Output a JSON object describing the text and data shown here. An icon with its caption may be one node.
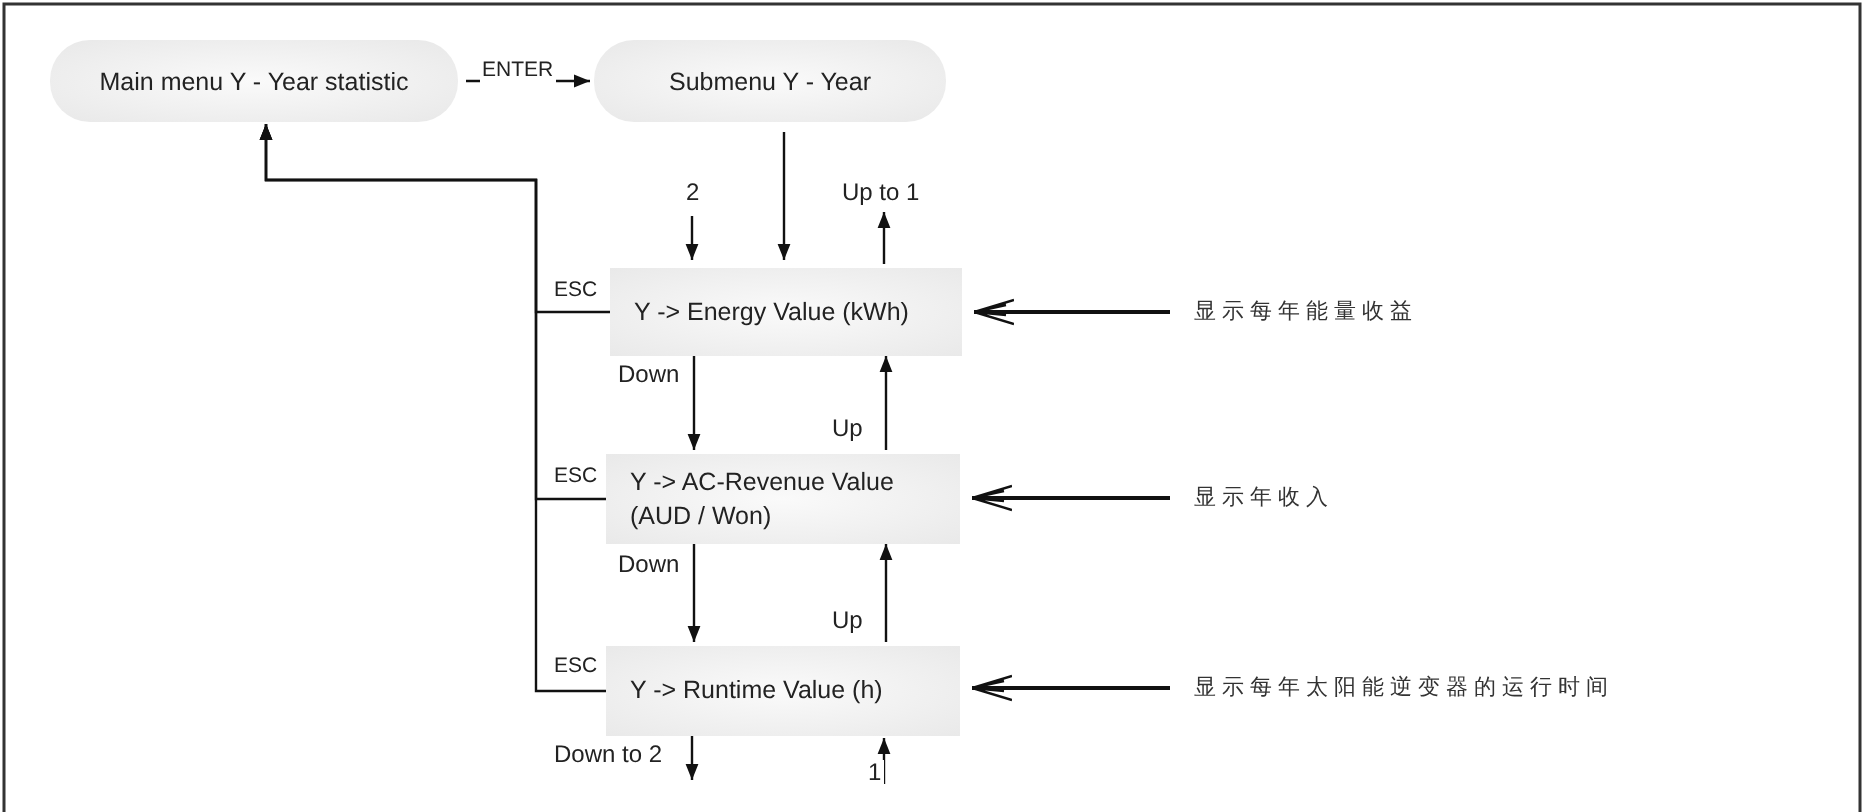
{
  "diagram": {
    "nodes": [
      {
        "text": [
          "Main menu Y - Year statistic"
        ]
      },
      {
        "text": [
          "Submenu Y - Year"
        ]
      },
      {
        "text": [
          "Y -> Energy Value (kWh)"
        ]
      },
      {
        "text": [
          "Y -> AC-Revenue Value (AUD / Won)"
        ]
      },
      {
        "text": [
          "Y -> Runtime Value (h)"
        ]
      },
      {
        "text": [
          "显示每年能量收益"
        ]
      },
      {
        "text": [
          "显示年收入"
        ]
      },
      {
        "text": [
          "显示每年太阳能逆变器的运行时间"
        ]
      }
    ],
    "edges": [
      {
        "from": 0,
        "to": 1,
        "arrow": "to",
        "label": "ENTER"
      },
      {
        "from": 1,
        "to": 2,
        "arrow": "to"
      },
      {
        "from": null,
        "to": 2,
        "arrow": "to",
        "label": "2"
      },
      {
        "from": 2,
        "to": null,
        "arrow": "to",
        "label": "Up to 1"
      },
      {
        "from": 2,
        "to": 3,
        "arrow": "to",
        "label": "Down"
      },
      {
        "from": 3,
        "to": 2,
        "arrow": "to",
        "label": "Up"
      },
      {
        "from": 3,
        "to": 4,
        "arrow": "to",
        "label": "Down"
      },
      {
        "from": 4,
        "to": 3,
        "arrow": "to",
        "label": "Up"
      },
      {
        "from": 4,
        "to": null,
        "arrow": "to",
        "label": "Down to 2"
      },
      {
        "from": null,
        "to": 4,
        "arrow": "to",
        "label": "1"
      },
      {
        "from": 2,
        "to": 0,
        "arrow": "to",
        "label": "ESC"
      },
      {
        "from": 3,
        "to": 0,
        "arrow": "to",
        "label": "ESC"
      },
      {
        "from": 4,
        "to": 0,
        "arrow": "to",
        "label": "ESC"
      },
      {
        "from": 5,
        "to": 2,
        "arrow": "to"
      },
      {
        "from": 6,
        "to": 3,
        "arrow": "to"
      },
      {
        "from": 7,
        "to": 4,
        "arrow": "to"
      }
    ]
  }
}
